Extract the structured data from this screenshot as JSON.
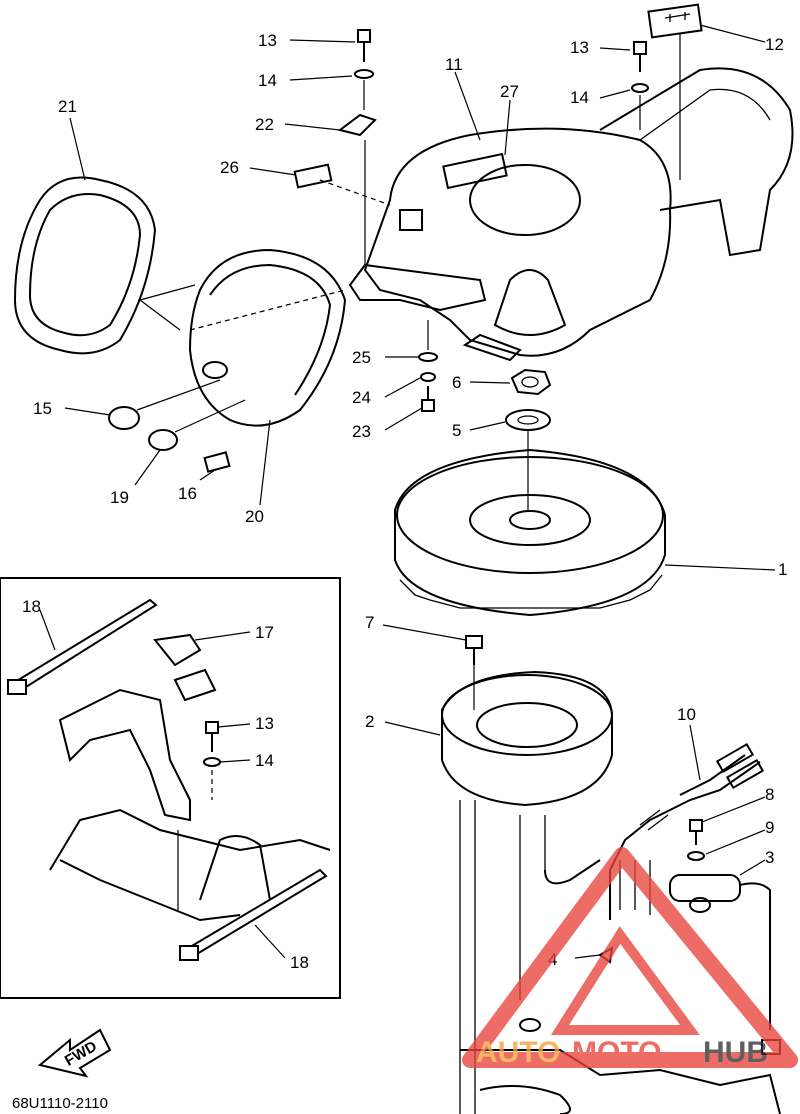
{
  "diagram": {
    "drawing_code": "68U1110-2110",
    "fwd_label": "FWD",
    "callouts": {
      "c1": "1",
      "c2": "2",
      "c3": "3",
      "c4": "4",
      "c5": "5",
      "c6": "6",
      "c7": "7",
      "c8": "8",
      "c9": "9",
      "c10": "10",
      "c11": "11",
      "c12": "12",
      "c13a": "13",
      "c13b": "13",
      "c13c": "13",
      "c14a": "14",
      "c14b": "14",
      "c14c": "14",
      "c15": "15",
      "c16": "16",
      "c17": "17",
      "c18a": "18",
      "c18b": "18",
      "c19": "19",
      "c20": "20",
      "c21": "21",
      "c22": "22",
      "c23": "23",
      "c24": "24",
      "c25": "25",
      "c26": "26",
      "c27": "27"
    },
    "watermark": {
      "brand_a": "AUTO",
      "brand_b": "MOTO",
      "brand_c": "HUB",
      "accent_color": "#e8453c",
      "secondary_color": "#f2a23a",
      "dark_color": "#333333"
    }
  }
}
